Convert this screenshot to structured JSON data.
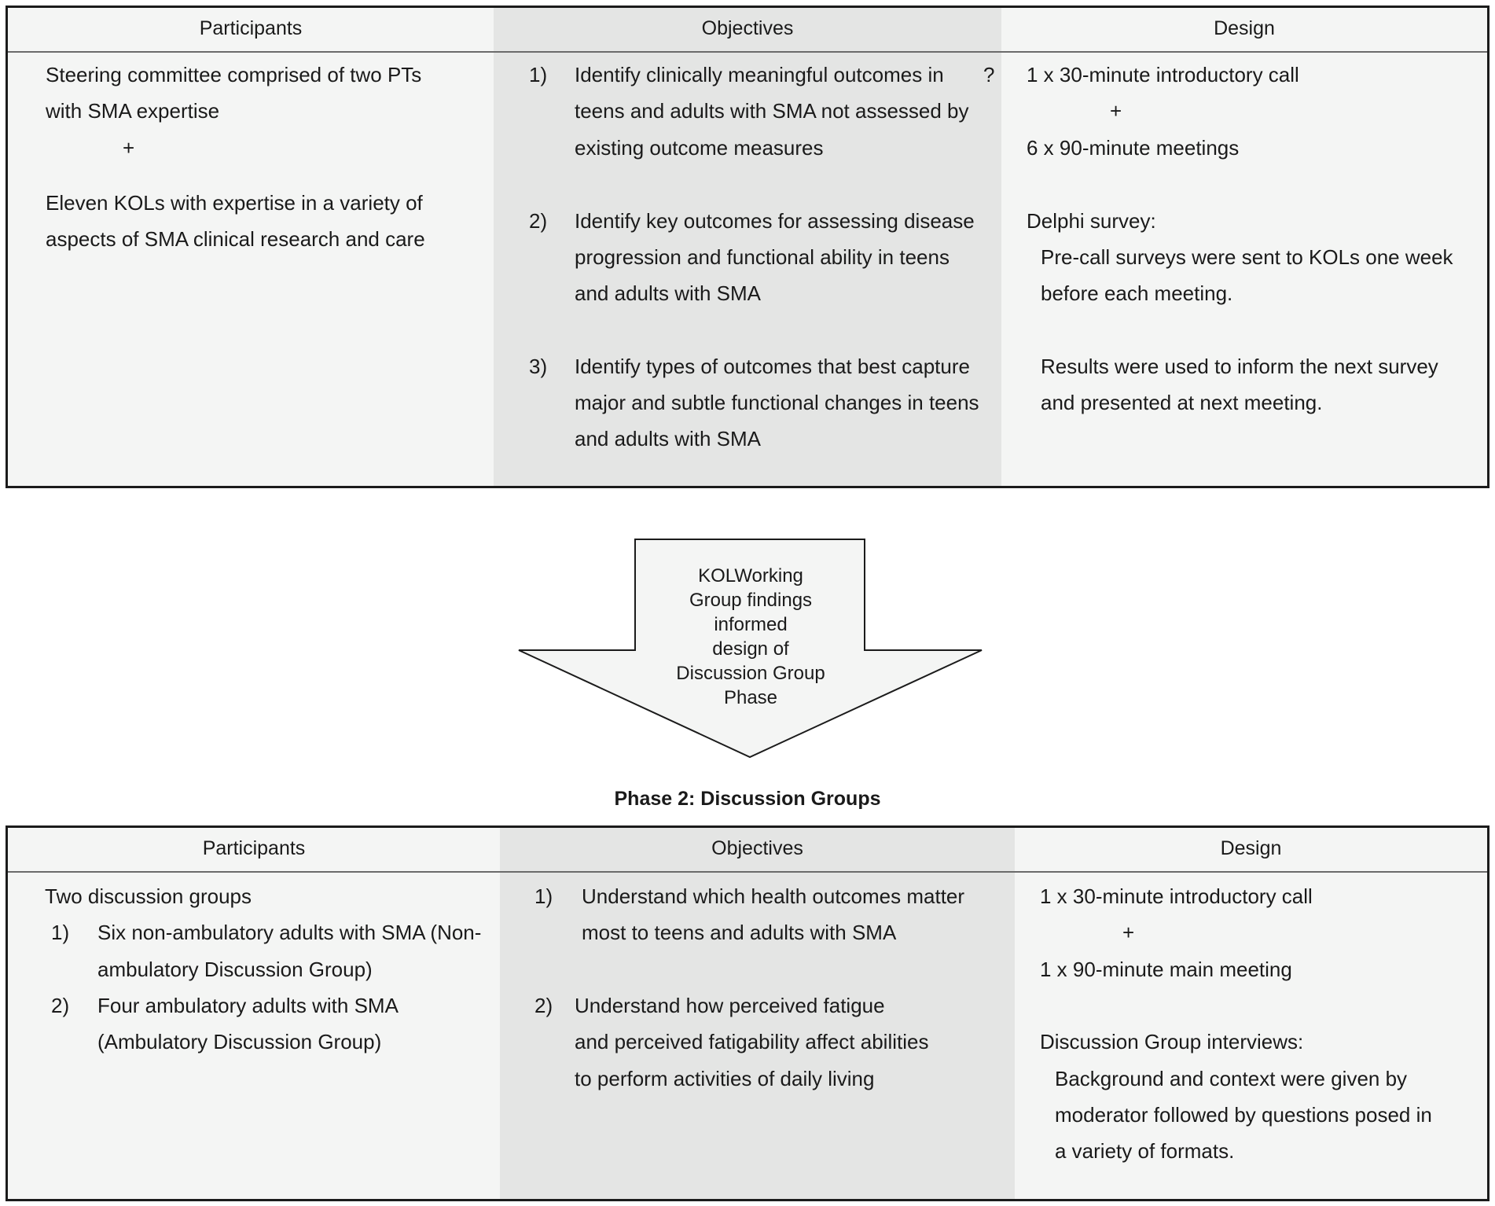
{
  "phase1": {
    "headers": {
      "participants": "Participants",
      "objectives": "Objectives",
      "design": "Design"
    },
    "participants": {
      "line1": "Steering committee comprised of two PTs",
      "line2": "with SMA expertise",
      "plus": "+",
      "line3": "Eleven KOLs with expertise in a variety of",
      "line4": "aspects of SMA clinical research and care"
    },
    "objectives": [
      {
        "num": "1)",
        "lines": [
          "Identify clinically meaningful outcomes in",
          "teens and adults with SMA not assessed by",
          "existing outcome measures"
        ],
        "mark": "?"
      },
      {
        "num": "2)",
        "lines": [
          "Identify key outcomes for assessing disease",
          "progression and functional ability in teens",
          "and adults with SMA"
        ]
      },
      {
        "num": "3)",
        "lines": [
          "Identify types of outcomes that best capture",
          "major and subtle functional changes in teens",
          "and adults with SMA"
        ]
      }
    ],
    "design": {
      "line1": "1 x 30-minute introductory call",
      "plus": "+",
      "line2": "6 x 90-minute meetings",
      "survey_title": "Delphi survey:",
      "survey_lines": [
        "Pre-call surveys were sent to KOLs one week",
        "before each meeting.",
        "Results were used to inform the next survey",
        "and presented at next meeting."
      ]
    }
  },
  "arrow": {
    "text": "KOLWorking\nGroup findings\ninformed\ndesign of\nDiscussion Group\nPhase"
  },
  "phase2": {
    "title": "Phase 2: Discussion Groups",
    "headers": {
      "participants": "Participants",
      "objectives": "Objectives",
      "design": "Design"
    },
    "participants": {
      "intro": "Two discussion groups",
      "items": [
        {
          "num": "1)",
          "lines": [
            "Six non-ambulatory adults with SMA (Non-",
            "ambulatory Discussion Group)"
          ]
        },
        {
          "num": "2)",
          "lines": [
            "Four ambulatory adults with SMA",
            "(Ambulatory Discussion Group)"
          ]
        }
      ]
    },
    "objectives": [
      {
        "num": "1)",
        "lines": [
          "Understand which health outcomes matter",
          "most to teens and adults with SMA"
        ]
      },
      {
        "num": "2)",
        "lines": [
          "Understand how perceived fatigue",
          "and perceived fatigability affect abilities",
          "to perform activities of daily living"
        ]
      }
    ],
    "design": {
      "line1": "1 x 30-minute introductory call",
      "plus": "+",
      "line2": "1 x 90-minute main meeting",
      "interviews_title": "Discussion Group interviews:",
      "interview_lines": [
        "Background and context were given by",
        "moderator followed by questions posed in",
        "a variety of formats."
      ]
    }
  },
  "colors": {
    "border": "#1b1b1b",
    "light_fill": "#f4f5f4",
    "mid_fill": "#e4e5e4",
    "arrow_fill": "#f4f5f4"
  }
}
